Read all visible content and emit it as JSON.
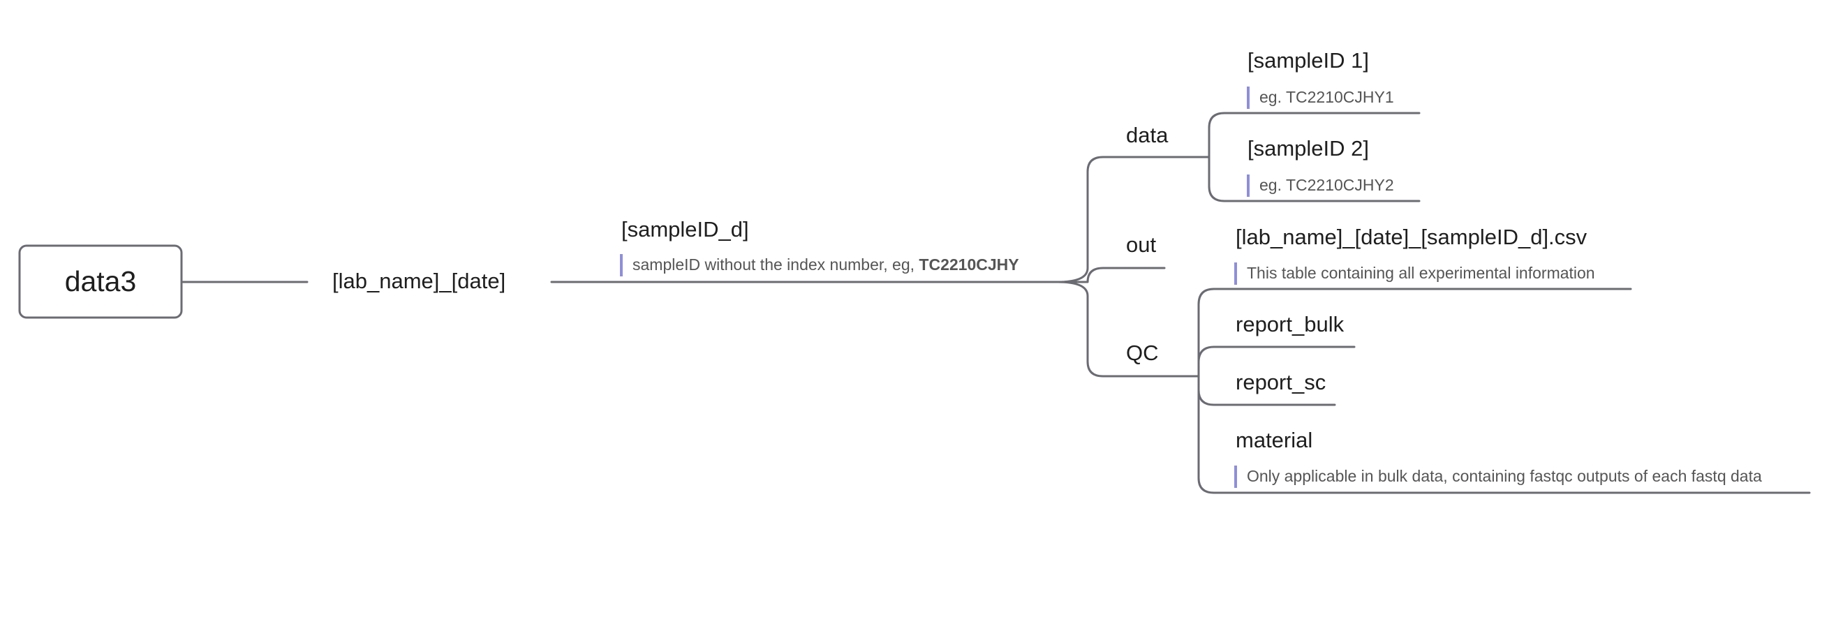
{
  "mindmap": {
    "root": {
      "label": "data3"
    },
    "lab": {
      "label": "[lab_name]_[date]"
    },
    "sample": {
      "label": "[sampleID_d]",
      "note_text": "sampleID without the index number, eg, ",
      "note_bold": "TC2210CJHY"
    },
    "data": {
      "label": "data",
      "children": [
        {
          "label": "[sampleID 1]",
          "note": "eg. TC2210CJHY1"
        },
        {
          "label": "[sampleID 2]",
          "note": "eg. TC2210CJHY2"
        }
      ]
    },
    "out": {
      "label": "out",
      "child": {
        "label": "[lab_name]_[date]_[sampleID_d].csv",
        "note": "This table containing all experimental information"
      }
    },
    "qc": {
      "label": "QC",
      "children": [
        {
          "label": "report_bulk"
        },
        {
          "label": "report_sc"
        },
        {
          "label": "material",
          "note": "Only applicable in bulk data, containing fastqc outputs of each fastq data"
        }
      ]
    }
  },
  "colors": {
    "connector": "#6b6b73",
    "note_bar": "#8f8fd6",
    "label_text": "#1e1e1e",
    "note_text": "#555555"
  }
}
